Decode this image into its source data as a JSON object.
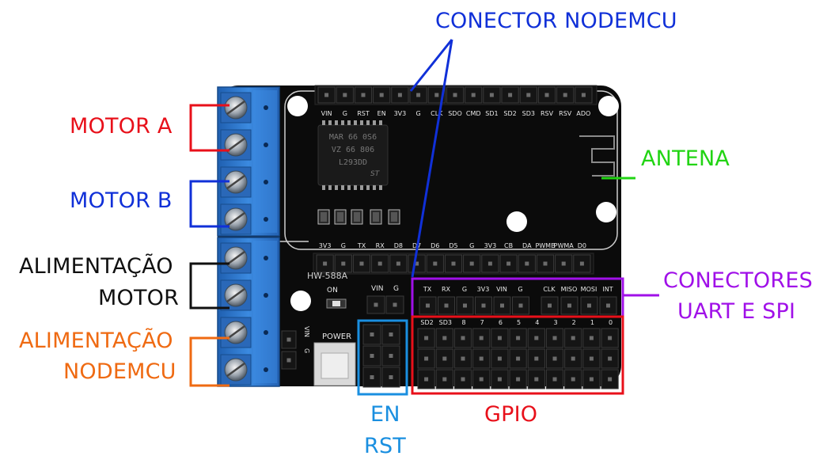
{
  "colors": {
    "red": "#e8101a",
    "blue": "#1030d8",
    "black": "#101010",
    "orange": "#ef6a12",
    "green": "#22d414",
    "purple": "#a010e8",
    "lightblue": "#1a8fe0",
    "board": "#0b0b0b",
    "terminal": "#2f78c8"
  },
  "labels": {
    "motor_a": "MOTOR A",
    "motor_b": "MOTOR B",
    "alim_motor_1": "ALIMENTAÇÃO",
    "alim_motor_2": "MOTOR",
    "alim_node_1": "ALIMENTAÇÃO",
    "alim_node_2": "NODEMCU",
    "conector_nodemcu": "CONECTOR NODEMCU",
    "antena": "ANTENA",
    "conectores_1": "CONECTORES",
    "conectores_2": "UART E SPI",
    "en": "EN",
    "rst": "RST",
    "gpio": "GPIO"
  },
  "board": {
    "model": "HW-588A",
    "chip_lines": [
      "L293DD",
      "VZ 66 806",
      "MAR 66 0S6"
    ],
    "chip_logo": "ST",
    "top_pins": [
      "VIN",
      "G",
      "RST",
      "EN",
      "3V3",
      "G",
      "CLK",
      "SDO",
      "CMD",
      "SD1",
      "SD2",
      "SD3",
      "RSV",
      "RSV",
      "ADO"
    ],
    "mid_pins": [
      "3V3",
      "G",
      "TX",
      "RX",
      "D8",
      "D7",
      "D6",
      "D5",
      "G",
      "3V3",
      "CB",
      "DA",
      "PWMB",
      "PWMA",
      "D0"
    ],
    "uart_pins": [
      "TX",
      "RX",
      "G",
      "3V3",
      "VIN",
      "G"
    ],
    "spi_pins": [
      "CLK",
      "MISO",
      "MOSI",
      "INT"
    ],
    "gpio_pins": [
      "SD2",
      "SD3",
      "8",
      "7",
      "6",
      "5",
      "4",
      "3",
      "2",
      "1",
      "0"
    ],
    "vin_g": [
      "VIN",
      "G"
    ],
    "on_label": "ON",
    "power_label": "POWER",
    "en_pin": "EN",
    "side_vin": "VIN",
    "side_g": "G"
  }
}
